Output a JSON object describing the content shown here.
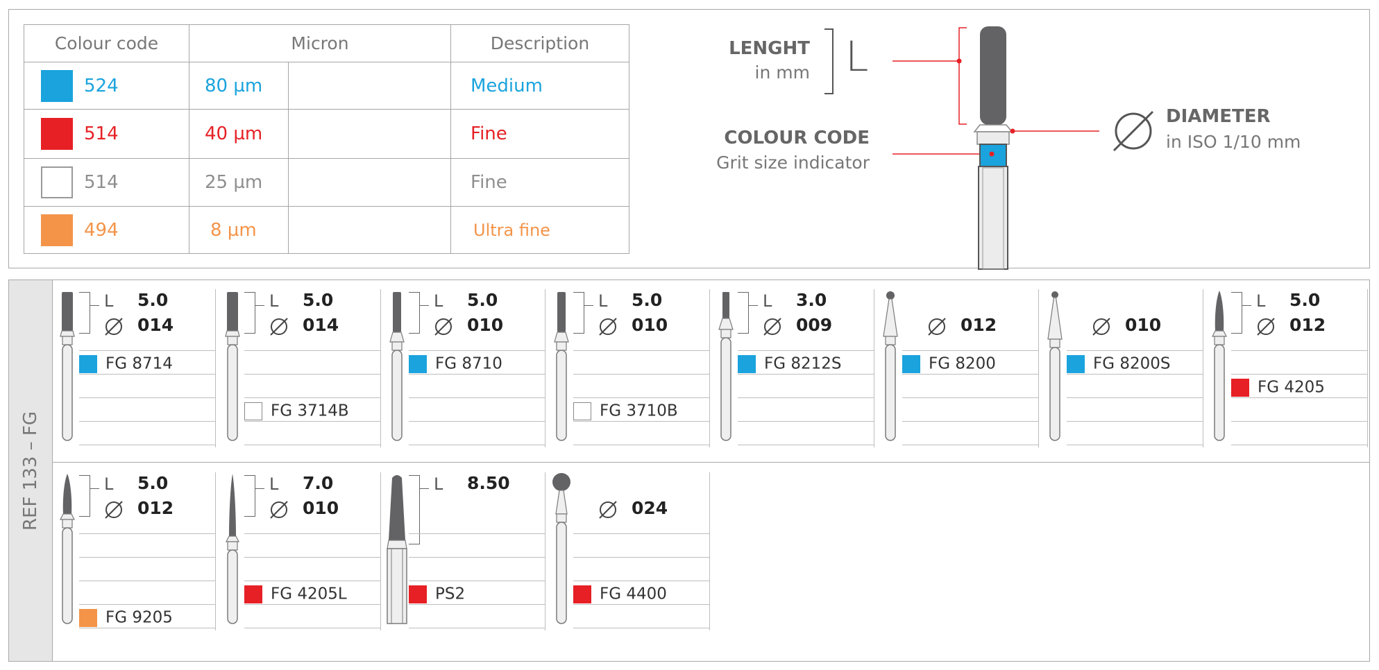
{
  "legend": {
    "headers": [
      "Colour code",
      "Micron",
      "Description"
    ],
    "rows": [
      {
        "code": "524",
        "micron": "80 µm",
        "description": "Medium",
        "color": "#1aa3dd",
        "text_color": "#1aa3dd",
        "outlined": false
      },
      {
        "code": "514",
        "micron": "40 µm",
        "description": "Fine",
        "color": "#e62025",
        "text_color": "#e62025",
        "outlined": false
      },
      {
        "code": "514",
        "micron": "25 µm",
        "description": "Fine",
        "color": "#ffffff",
        "text_color": "#8e8e8e",
        "outlined": true
      },
      {
        "code": "494",
        "micron": "8 µm",
        "description": "Ultra fine",
        "color": "#f39449",
        "text_color": "#f39449",
        "outlined": false
      }
    ]
  },
  "diagram": {
    "length_title": "LENGHT",
    "length_unit": "in mm",
    "length_symbol": "L",
    "colour_title": "COLOUR CODE",
    "colour_sub": "Grit size indicator",
    "diameter_title": "DIAMETER",
    "diameter_sub": "in ISO 1/10 mm",
    "diameter_icon": "diameter-icon",
    "bur_head_color": "#636366",
    "band_color": "#1aa3dd",
    "marker_color": "#e62025"
  },
  "ref_label": "REF 133 – FG",
  "products": [
    {
      "shape": "cyl-long",
      "L": "5.0",
      "D": "014",
      "code": "FG 8714",
      "grit": "blue",
      "code_slot": 0
    },
    {
      "shape": "cyl-long",
      "L": "5.0",
      "D": "014",
      "code": "FG 3714B",
      "grit": "white",
      "code_slot": 2
    },
    {
      "shape": "cyl-thin",
      "L": "5.0",
      "D": "010",
      "code": "FG 8710",
      "grit": "blue",
      "code_slot": 0
    },
    {
      "shape": "cyl-thin",
      "L": "5.0",
      "D": "010",
      "code": "FG 3710B",
      "grit": "white",
      "code_slot": 2
    },
    {
      "shape": "cyl-short",
      "L": "3.0",
      "D": "009",
      "code": "FG 8212S",
      "grit": "blue",
      "code_slot": 0
    },
    {
      "shape": "ball-small",
      "L": "",
      "D": "012",
      "code": "FG 8200",
      "grit": "blue",
      "code_slot": 0
    },
    {
      "shape": "ball-tiny",
      "L": "",
      "D": "010",
      "code": "FG 8200S",
      "grit": "blue",
      "code_slot": 0
    },
    {
      "shape": "flame",
      "L": "5.0",
      "D": "012",
      "code": "FG 4205",
      "grit": "red",
      "code_slot": 1
    },
    {
      "shape": "flame",
      "L": "5.0",
      "D": "012",
      "code": "FG 9205",
      "grit": "orange",
      "code_slot": 3
    },
    {
      "shape": "needle",
      "L": "7.0",
      "D": "010",
      "code": "FG 4205L",
      "grit": "red",
      "code_slot": 2
    },
    {
      "shape": "pear-big",
      "L": "8.50",
      "D": "",
      "code": "PS2",
      "grit": "red",
      "code_slot": 2
    },
    {
      "shape": "ball-big",
      "L": "",
      "D": "024",
      "code": "FG 4400",
      "grit": "red",
      "code_slot": 2
    }
  ],
  "grit_colors": {
    "blue": "#1aa3dd",
    "red": "#e62025",
    "white": "#ffffff",
    "orange": "#f39449"
  },
  "labels": {
    "L": "L"
  }
}
